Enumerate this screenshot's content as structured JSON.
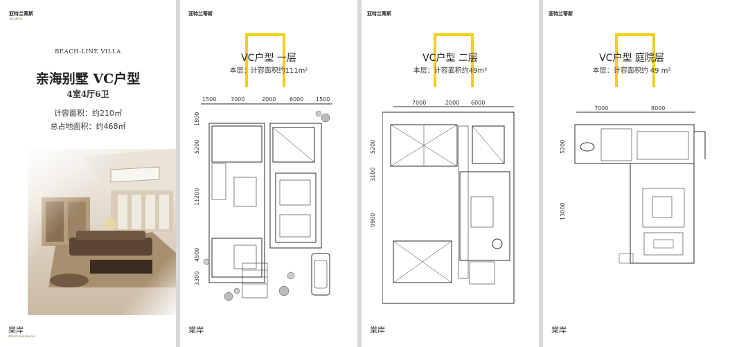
{
  "brand": {
    "name_cn": "亚特兰蒂斯",
    "small_text": "ATLANTIS",
    "mark_cn": "棠岸",
    "mark_sub": "Atlantis Residences"
  },
  "intro": {
    "subtitle_en": "BEACH-LINE VILLA",
    "title": "亲海别墅 VC户型",
    "rooms": "4室4厅6卫",
    "area_label": "计容面积：约210㎡",
    "land_label": "总占地面积：约468㎡"
  },
  "plans": [
    {
      "title": "VC户型  一层",
      "subtitle": "本层：计容面积约111m²",
      "top_dims": [
        "1500",
        "7000",
        "2000",
        "6000",
        "1500"
      ],
      "side_dims": [
        "1800",
        "5200",
        "11200",
        "4500",
        "3300"
      ]
    },
    {
      "title": "VC户型  二层",
      "subtitle": "本层：计容面积约49m²",
      "top_dims": [
        "7000",
        "2000",
        "6000"
      ],
      "side_dims": [
        "5200",
        "3100",
        "9900"
      ]
    },
    {
      "title": "VC户型  庭院层",
      "subtitle": "本层：计容面积约 49 m²",
      "top_dims": [
        "7000",
        "8000"
      ],
      "side_dims": [
        "5200",
        "13000"
      ]
    }
  ],
  "colors": {
    "accent": "#f2cf1f",
    "line": "#2a2a2a",
    "background": "#d9d9d9"
  }
}
